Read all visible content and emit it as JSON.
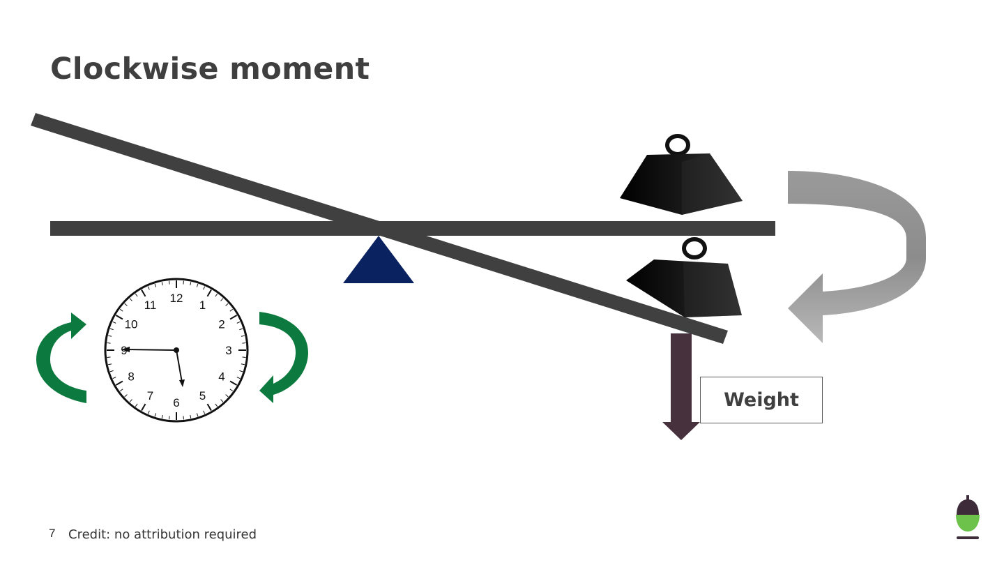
{
  "slide": {
    "title": "Clockwise moment",
    "page_number": "7",
    "credit": "Credit:  no attribution required"
  },
  "diagram": {
    "force_label": "Weight",
    "clock": {
      "numerals": [
        "12",
        "1",
        "2",
        "3",
        "4",
        "5",
        "6",
        "7",
        "8",
        "9",
        "10",
        "11"
      ],
      "time": "5:45"
    },
    "colors": {
      "beam": "#404040",
      "fulcrum": "#0b2260",
      "weight_arrow": "#47313d",
      "rotation_arrow": "#a8a8a8",
      "clock_arrows": "#0c7a3e",
      "logo_green": "#6cc24a",
      "logo_cap": "#3d2b3a"
    },
    "icons": [
      "weight-icon",
      "clockwise-rotation-arrow-icon",
      "clock-icon",
      "acorn-logo-icon"
    ]
  }
}
